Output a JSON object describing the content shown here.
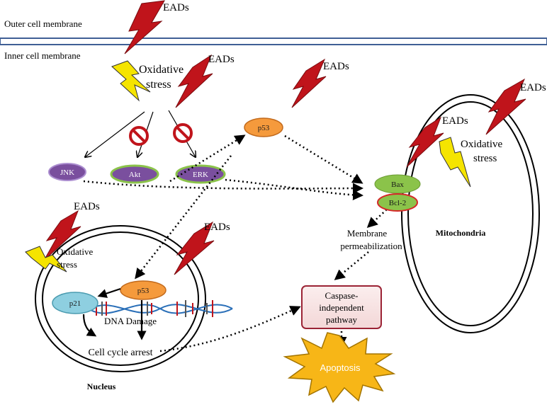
{
  "membranes": {
    "outer": "Outer cell membrane",
    "inner": "Inner cell membrane"
  },
  "stressor": "EADs",
  "oxidative_stress": {
    "line1": "Oxidative",
    "line2": "stress"
  },
  "kinases": {
    "jnk": "JNK",
    "akt": "Akt",
    "erk": "ERK"
  },
  "proteins": {
    "p53": "p53",
    "p21": "p21",
    "bax": "Bax",
    "bcl2": "Bcl-2"
  },
  "mitochondria": {
    "label": "Mitochondria",
    "membrane_line1": "Membrane",
    "membrane_line2": "permeabilization"
  },
  "nucleus": {
    "label": "Nucleus",
    "dna_damage": "DNA Damage",
    "cell_cycle_arrest": "Cell cycle arrest"
  },
  "pathway": {
    "line1": "Caspase-",
    "line2": "independent",
    "line3": "pathway"
  },
  "apoptosis": "Apoptosis",
  "colors": {
    "bolt_red": "#c0141b",
    "bolt_yellow": "#f5e400",
    "kinase_fill": "#7a4f9e",
    "kinase_stroke": "#8bc34a",
    "p53_fill": "#f59a3c",
    "p21_fill": "#8ecfe0",
    "bax_fill": "#8bc34a",
    "bcl2_stroke": "#d62728",
    "membrane_stroke": "#3f5f95",
    "box_stroke": "#9b2335",
    "box_fill": "#f8e6e6",
    "apoptosis_fill": "#f7b617"
  }
}
